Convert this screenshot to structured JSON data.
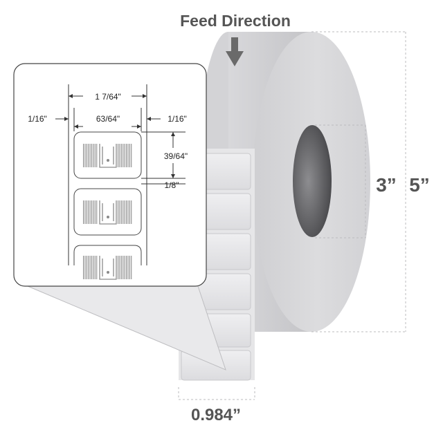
{
  "feed_direction": {
    "label": "Feed Direction"
  },
  "roll": {
    "core_diameter": "3”",
    "outer_diameter": "5”",
    "label_width": "0.984”"
  },
  "detail": {
    "overall_width": "1 7/64\"",
    "left_margin": "1/16\"",
    "label_width": "63/64\"",
    "right_margin": "1/16\"",
    "label_height": "39/64\"",
    "gap": "1/8\""
  },
  "colors": {
    "roll_face": "#d7d7d9",
    "roll_side": "#c8c8cb",
    "core": "#6b6b6e",
    "label_text": "#555555",
    "arrow": "#6a6a6a"
  },
  "icons": {
    "feed_arrow": "arrow-down-icon",
    "rfid_inlay": "rfid-antenna-icon"
  }
}
